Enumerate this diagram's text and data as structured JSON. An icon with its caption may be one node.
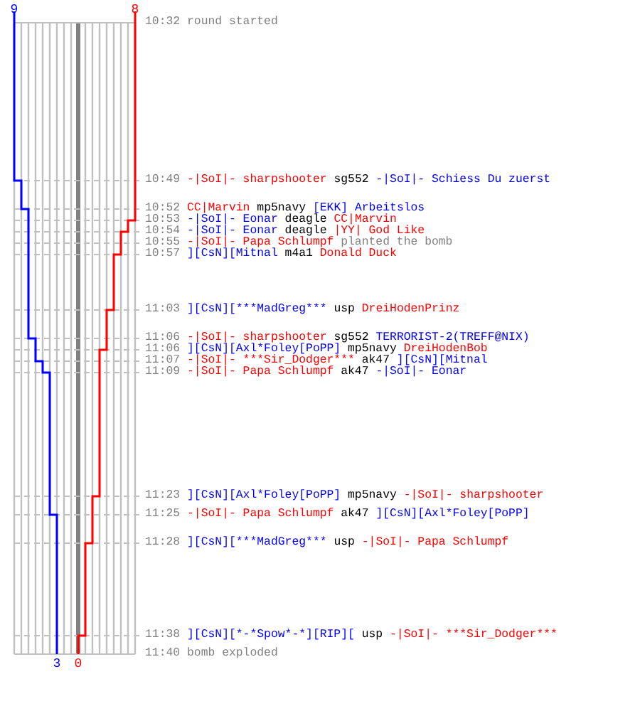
{
  "diagram": {
    "labels": [
      "9",
      "8",
      "10:32",
      "round started",
      "10:49",
      "-|SoI|- sharpshooter",
      "sg552",
      "-|SoI|- Schiess Du zuerst",
      "10:52",
      "CC|Marvin",
      "mp5navy",
      "[EKK] Arbeitslos",
      "10:53",
      "-|SoI|- Eonar",
      "deagle",
      "CC|Marvin",
      "10:54",
      "-|SoI|- Eonar",
      "deagle",
      "|YY| God Like",
      "10:55",
      "-|SoI|- Papa Schlumpf",
      "planted the bomb",
      "10:57",
      "][CsN][Mitnal",
      "m4a1",
      "Donald Duck",
      "11:03",
      "][CsN][***MadGreg***",
      "usp",
      "DreiHodenPrinz",
      "11:06",
      "-|SoI|- sharpshooter",
      "sg552",
      "TERRORIST-2(TREFF@NIX)",
      "11:06",
      "][CsN][Axl*Foley[PoPP]",
      "mp5navy",
      "DreiHodenBob",
      "11:07",
      "-|SoI|- ***Sir_Dodger***",
      "ak47",
      "][CsN][Mitnal",
      "11:09",
      "-|SoI|- Papa Schlumpf",
      "ak47",
      "-|SoI|- Eonar",
      "11:23",
      "][CsN][Axl*Foley[PoPP]",
      "mp5navy",
      "-|SoI|- sharpshooter",
      "11:25",
      "-|SoI|- Papa Schlumpf",
      "ak47",
      "][CsN][Axl*Foley[PoPP]",
      "11:28",
      "][CsN][***MadGreg***",
      "usp",
      "-|SoI|- Papa Schlumpf",
      "11:38",
      "][CsN][*-*Spow*-*][RIP][",
      "usp",
      "-|SoI|- ***Sir_Dodger***",
      "11:40",
      "bomb exploded",
      "3",
      "0"
    ]
  }
}
